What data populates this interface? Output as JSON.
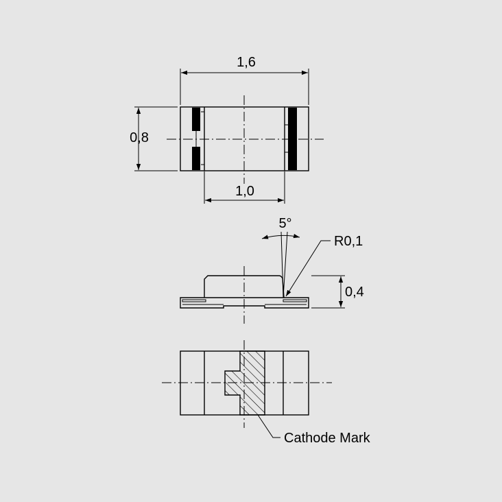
{
  "colors": {
    "background": "#e6e6e6",
    "ink": "#000000"
  },
  "top_view": {
    "width_dim": "1,6",
    "height_dim": "0,8",
    "inner_dim": "1,0"
  },
  "side_view": {
    "angle_dim": "5°",
    "radius_dim": "R0,1",
    "height_dim": "0,4"
  },
  "bottom_view": {
    "cathode_label": "Cathode Mark"
  }
}
